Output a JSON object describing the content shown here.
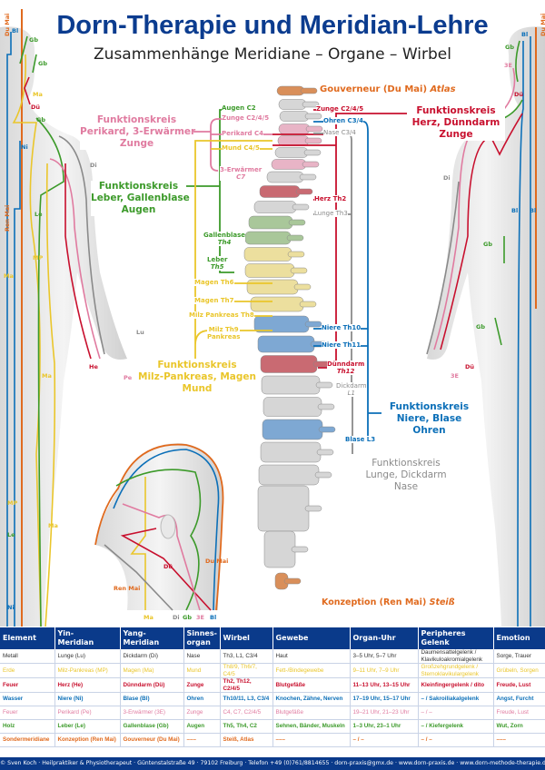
{
  "title": "Dorn-Therapie und Meridian-Lehre",
  "subtitle": "Zusammenhänge Meridiane – Organe – Wirbel",
  "colors": {
    "blue": "#0b6fb8",
    "red": "#c8102e",
    "pink": "#e07ba0",
    "green": "#3c9a2a",
    "yellow": "#eac62b",
    "gray": "#8a8a8a",
    "orange": "#e06a1e",
    "dark": "#333333",
    "header": "#0a3a8a"
  },
  "spine_labels": {
    "gouverneur": "Gouverneur (Du Mai)",
    "gouverneur_v": "Atlas",
    "zunge_r": "Zunge C2/4/5",
    "ohren": "Ohren C3/4",
    "nase": "Nase C3/4",
    "augen": "Augen C2",
    "zunge_l": "Zunge C2/4/5",
    "perikard": "Perikard C4",
    "mund": "Mund C4/5",
    "erwaermer": "3-Erwärmer",
    "erwaermer_v": "C7",
    "gallenblase": "Gallenblase",
    "gallenblase_v": "Th4",
    "leber": "Leber",
    "leber_v": "Th5",
    "magen6": "Magen Th6",
    "magen7": "Magen Th7",
    "milz8": "Milz Pankreas Th8",
    "milz9": "Milz Th9",
    "milz9b": "Pankreas",
    "herz": "Herz Th2",
    "lunge": "Lunge Th3",
    "niere10": "Niere Th10",
    "niere11": "Niere Th11",
    "duenndarm": "Dünndarm",
    "duenndarm_v": "Th12",
    "dickdarm": "Dickdarm",
    "dickdarm_v": "L1",
    "blase": "Blase L3",
    "konzeption": "Konzeption (Ren Mai)",
    "konzeption_v": "Steiß"
  },
  "funktionskreise": {
    "herz": [
      "Funktionskreis",
      "Herz, Dünndarm",
      "Zunge"
    ],
    "perikard": [
      "Funktionskreis",
      "Perikard, 3-Erwärmer",
      "Zunge"
    ],
    "leber": [
      "Funktionskreis",
      "Leber, Gallenblase",
      "Augen"
    ],
    "milz": [
      "Funktionskreis",
      "Milz-Pankreas, Magen",
      "Mund"
    ],
    "niere": [
      "Funktionskreis",
      "Niere, Blase",
      "Ohren"
    ],
    "lunge": [
      "Funktionskreis",
      "Lunge, Dickdarm",
      "Nase"
    ]
  },
  "body_labels": {
    "front": [
      "Du Mai",
      "Bl",
      "Gb",
      "Gb",
      "Ma",
      "Dü",
      "Gb",
      "Ni",
      "Di",
      "Ren Mai",
      "Le",
      "MP",
      "Ma",
      "Lu",
      "He",
      "Pe",
      "Ma",
      "MP",
      "Ma",
      "Le",
      "Ni"
    ],
    "back": [
      "Du Mai",
      "Bl",
      "Gb",
      "3E",
      "Dü",
      "Di",
      "Bl",
      "Bl",
      "Gb",
      "Gb",
      "3E",
      "Dü"
    ],
    "head": [
      "Du Mai",
      "Ren Mai",
      "Dü",
      "Ma",
      "Di",
      "Gb",
      "3E",
      "Bl"
    ]
  },
  "table": {
    "headers": [
      "Element",
      "Yin-\nMeridian",
      "Yang-\nMeridian",
      "Sinnes-\norgan",
      "Wirbel",
      "Gewebe",
      "Organ-Uhr",
      "Peripheres Gelenk",
      "Emotion"
    ],
    "rows": [
      {
        "color": "#333333",
        "cells": [
          "Metall",
          "Lunge (Lu)",
          "Dickdarm (Di)",
          "Nase",
          "Th3, L1, C3/4",
          "Haut",
          "3–5 Uhr, 5–7 Uhr",
          "Daumensattelgelenk / Klavikuloakromialgelenk",
          "Sorge, Trauer"
        ]
      },
      {
        "color": "#eac62b",
        "cells": [
          "Erde",
          "Milz-Pankreas (MP)",
          "Magen (Ma)",
          "Mund",
          "Th8/9, Th6/7, C4/5",
          "Fett-/Bindegewebe",
          "9–11 Uhr, 7–9 Uhr",
          "Großzehgrundgelenk / Sternoklavikulargelenk",
          "Grübeln, Sorgen"
        ]
      },
      {
        "color": "#c8102e",
        "cells": [
          "Feuer",
          "Herz (He)",
          "Dünndarm (Dü)",
          "Zunge",
          "Th2, Th12, C2/4/5",
          "Blutgefäße",
          "11–13 Uhr, 13–15 Uhr",
          "Kleinfingergelenk / dito",
          "Freude, Lust"
        ]
      },
      {
        "color": "#0b6fb8",
        "cells": [
          "Wasser",
          "Niere (Ni)",
          "Blase (Bl)",
          "Ohren",
          "Th10/11, L3, C3/4",
          "Knochen, Zähne, Nerven",
          "17–19 Uhr, 15–17 Uhr",
          "– / Sakroiliakalgelenk",
          "Angst, Furcht"
        ]
      },
      {
        "color": "#e07ba0",
        "cells": [
          "Feuer",
          "Perikard (Pe)",
          "3-Erwärmer (3E)",
          "Zunge",
          "C4, C7, C2/4/5",
          "Blutgefäße",
          "19–21 Uhr, 21–23 Uhr",
          "– / –",
          "Freude, Lust"
        ]
      },
      {
        "color": "#3c9a2a",
        "cells": [
          "Holz",
          "Leber (Le)",
          "Gallenblase (Gb)",
          "Augen",
          "Th5, Th4, C2",
          "Sehnen, Bänder, Muskeln",
          "1–3 Uhr, 23–1 Uhr",
          "– / Kiefergelenk",
          "Wut, Zorn"
        ]
      },
      {
        "color": "#e06a1e",
        "cells": [
          "Sondermeridiane",
          "Konzeption (Ren Mai)",
          "Gouverneur (Du Mai)",
          "–––",
          "Steiß, Atlas",
          "–––",
          "– / –",
          "– / –",
          "–––"
        ]
      }
    ]
  },
  "footer": "© Sven Koch · Heilpraktiker & Physiotherapeut · Güntenstalstraße 49 · 79102 Freiburg · Telefon +49 (0)761/8814655 · dorn-praxis@gmx.de · www.dorn-praxis.de · www.dorn-methode-therapie.de"
}
